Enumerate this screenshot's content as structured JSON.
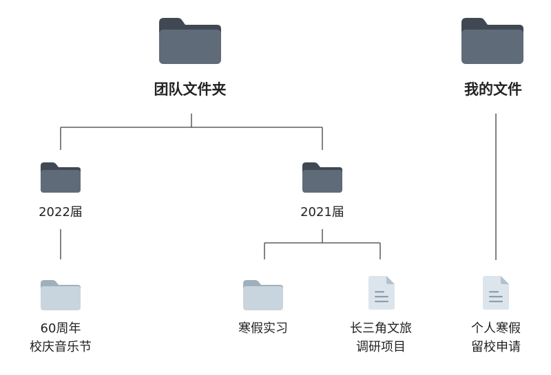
{
  "colors": {
    "folder_dark": "#5f6b78",
    "folder_dark_tab": "#3f4853",
    "folder_light": "#c9d5de",
    "folder_light_tab": "#9fb0bd",
    "file_body": "#dde5ec",
    "file_corner": "#b3c1cc",
    "file_lines": "#8d9dab",
    "connector": "#3f3f3f",
    "text": "#222222"
  },
  "nodes": {
    "team_folder": {
      "label": "团队文件夹",
      "icon": "folder-icon"
    },
    "my_files": {
      "label": "我的文件",
      "icon": "folder-icon"
    },
    "class_2022": {
      "label": "2022届",
      "icon": "folder-icon"
    },
    "class_2021": {
      "label": "2021届",
      "icon": "folder-icon"
    },
    "anniversary": {
      "line1": "60周年",
      "line2": "校庆音乐节",
      "icon": "folder-icon"
    },
    "winter_intern": {
      "label": "寒假实习",
      "icon": "folder-icon"
    },
    "yangtze_research": {
      "line1": "长三角文旅",
      "line2": "调研项目",
      "icon": "document-icon"
    },
    "personal_stay": {
      "line1": "个人寒假",
      "line2": "留校申请",
      "icon": "document-icon"
    }
  }
}
